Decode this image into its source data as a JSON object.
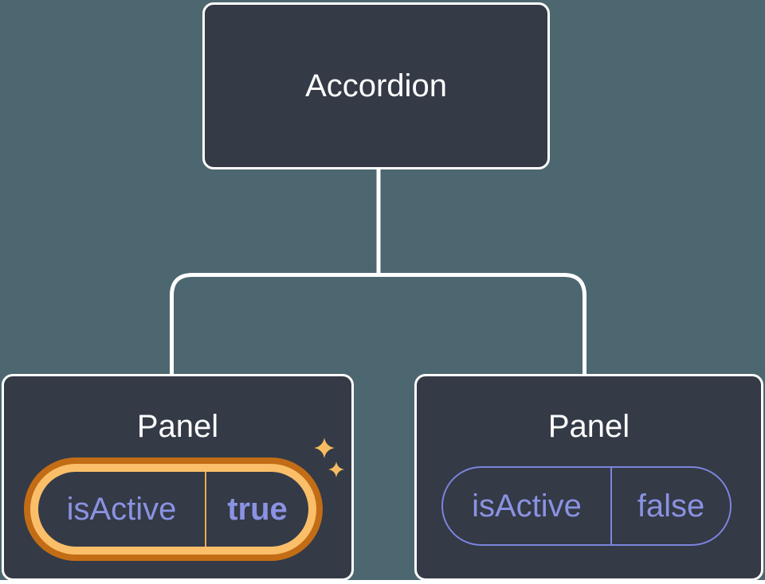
{
  "diagram": {
    "root": {
      "label": "Accordion"
    },
    "panels": [
      {
        "title": "Panel",
        "prop": "isActive",
        "value": "true",
        "state": "active"
      },
      {
        "title": "Panel",
        "prop": "isActive",
        "value": "false",
        "state": "inactive"
      }
    ]
  },
  "icons": [
    {
      "name": "sparkle-large-icon",
      "meaning": "state changed highlight"
    },
    {
      "name": "sparkle-small-icon",
      "meaning": "state changed highlight"
    }
  ],
  "colors": {
    "background": "#4d6770",
    "node_fill": "#343a46",
    "node_border": "#ffffff",
    "connector": "#ffffff",
    "pill_text": "#8a92e2",
    "pill_border_inactive": "#7c84de",
    "highlight_ring_outer": "#c26d16",
    "highlight_ring_inner": "#fbbe69",
    "highlight_divider": "#eca94f",
    "sparkle": "#f7bc62"
  }
}
